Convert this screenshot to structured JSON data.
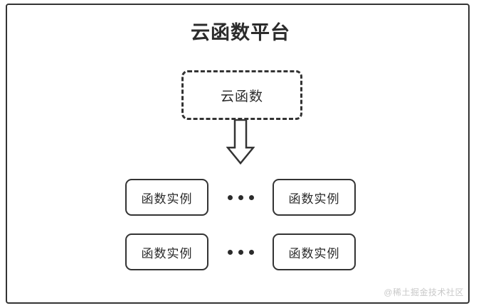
{
  "diagram": {
    "type": "architecture-block-diagram",
    "title": "云函数平台",
    "cloud_function": {
      "label": "云函数",
      "border_style": "dashed"
    },
    "arrow": {
      "icon_name": "down-block-arrow",
      "direction": "down"
    },
    "ellipsis": {
      "label": "•••",
      "dot_count": 3
    },
    "instance_rows": [
      {
        "left": {
          "label": "函数实例"
        },
        "separator": "•••",
        "right": {
          "label": "函数实例"
        }
      },
      {
        "left": {
          "label": "函数实例"
        },
        "separator": "•••",
        "right": {
          "label": "函数实例"
        }
      }
    ],
    "watermark": "@稀土掘金技术社区",
    "colors": {
      "stroke": "#333333",
      "text": "#2b2b2b",
      "background": "#ffffff",
      "watermark": "#c9c9c9"
    }
  }
}
